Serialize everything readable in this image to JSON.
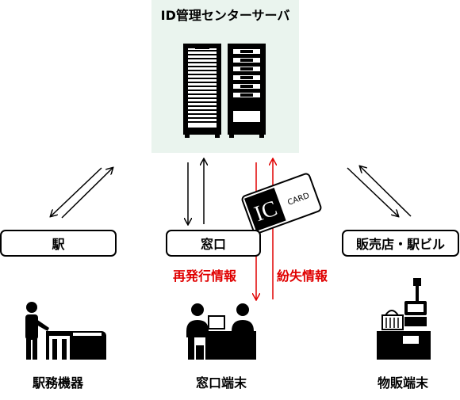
{
  "colors": {
    "server_background": "#eaf4ee",
    "red": "#e00000",
    "line": "#000000"
  },
  "server": {
    "title": "ID管理センターサーバ",
    "icon": "server-rack-icon"
  },
  "nodes": {
    "station": "駅",
    "counter": "窓口",
    "shop": "販売店・駅ビル"
  },
  "card": {
    "ic_text": "IC",
    "card_text": "CARD",
    "icon": "ic-card-icon"
  },
  "flows": {
    "reissue": "再発行情報",
    "loss": "紛失情報"
  },
  "devices": {
    "station_machine": {
      "label": "駅務機器",
      "icon": "station-machine-icon"
    },
    "counter_terminal": {
      "label": "窓口端末",
      "icon": "counter-terminal-icon"
    },
    "sales_terminal": {
      "label": "物販端末",
      "icon": "pos-terminal-icon"
    }
  }
}
